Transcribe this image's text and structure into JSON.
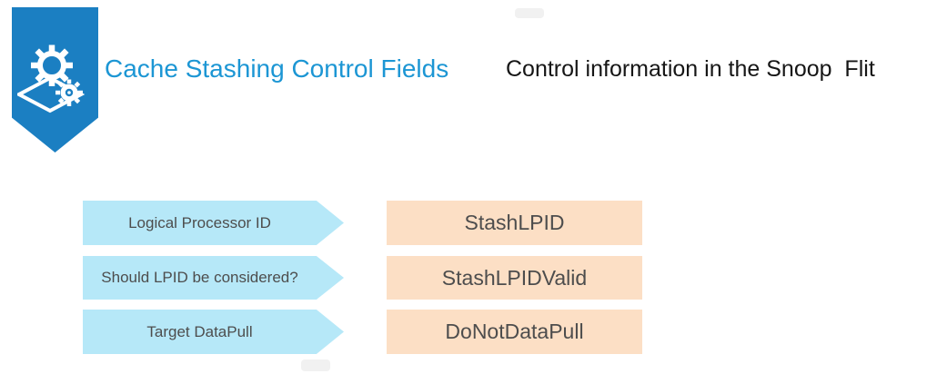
{
  "header": {
    "title": "Cache Stashing Control Fields",
    "subtitle": "Control information in the Snoop  Flit"
  },
  "badge": {
    "icon": "gears-on-diamond-icon"
  },
  "rows": [
    {
      "label": "Logical Processor ID",
      "field": "StashLPID"
    },
    {
      "label": "Should LPID be considered?",
      "field": "StashLPIDValid"
    },
    {
      "label": "Target DataPull",
      "field": "DoNotDataPull"
    }
  ],
  "colors": {
    "background": "#ffffff",
    "badge_blue": "#1b7fc2",
    "title_blue": "#1c96d4",
    "subtitle_text": "#161616",
    "arrow_fill": "#b6e8f8",
    "box_fill": "#fcdfc5",
    "label_text": "#4d4d4d"
  }
}
